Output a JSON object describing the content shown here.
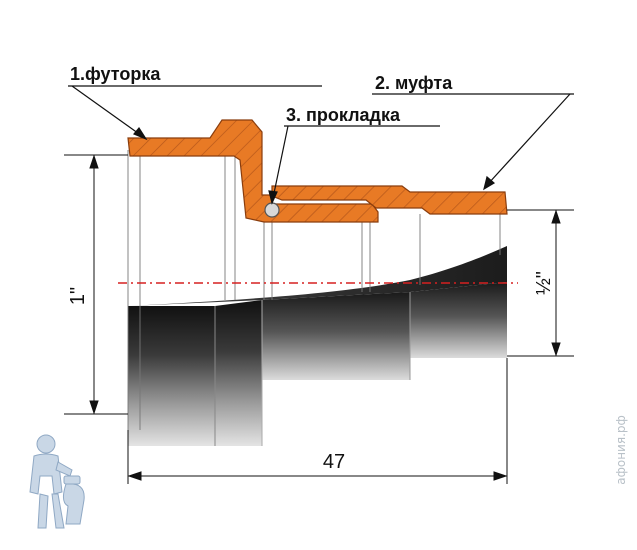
{
  "labels": {
    "part1": "1.футорка",
    "part2": "2. муфта",
    "part3": "3. прокладка"
  },
  "dimensions": {
    "inch_large": "1\"",
    "inch_small": "½\"",
    "length": "47"
  },
  "watermark": "aфония.рф",
  "colors": {
    "fitting_orange": "#e87a25",
    "hatch_dark": "#a84a12",
    "axis_red": "#d62020",
    "pipe_dark": "#2a2a2a"
  },
  "icons": [
    "plumber-figure-icon"
  ]
}
